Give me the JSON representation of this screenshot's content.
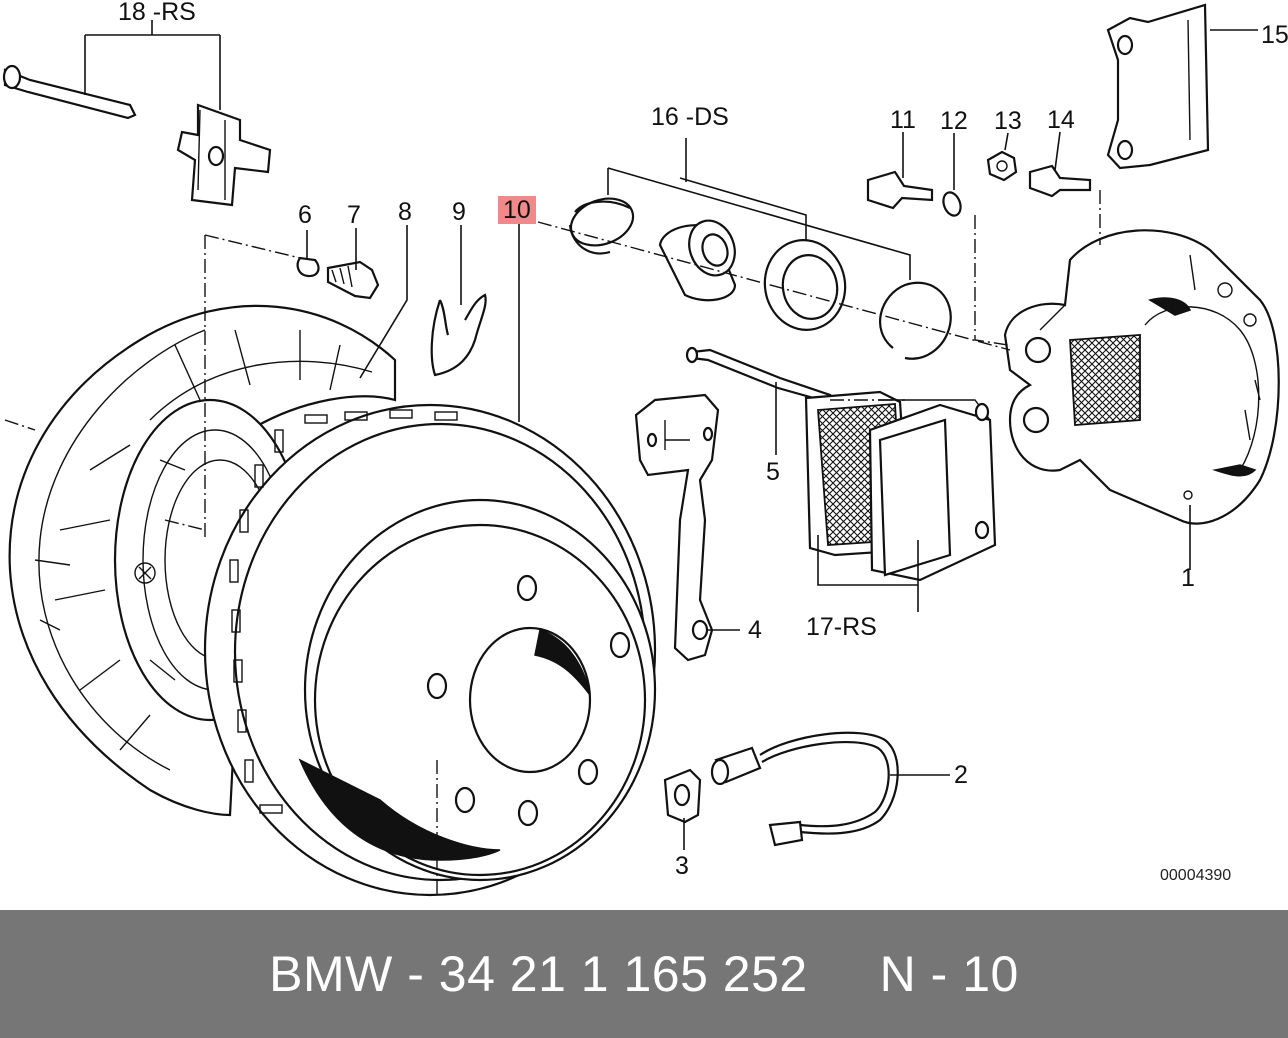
{
  "diagram": {
    "labels": {
      "l1": "1",
      "l2": "2",
      "l3": "3",
      "l4": "4",
      "l5": "5",
      "l6": "6",
      "l7": "7",
      "l8": "8",
      "l9": "9",
      "l10": "10",
      "l11": "11",
      "l12": "12",
      "l13": "13",
      "l14": "14",
      "l15": "15",
      "l16": "16 -DS",
      "l17": "17-RS",
      "l18": "18 -RS"
    },
    "highlighted_label": "10",
    "reference_number": "00004390",
    "highlight_color": "#f08a8a",
    "line_color": "#111111"
  },
  "footer": {
    "text": "BMW - 34 21 1 165 252     N - 10",
    "background_color": "#767676",
    "text_color": "#ffffff"
  }
}
